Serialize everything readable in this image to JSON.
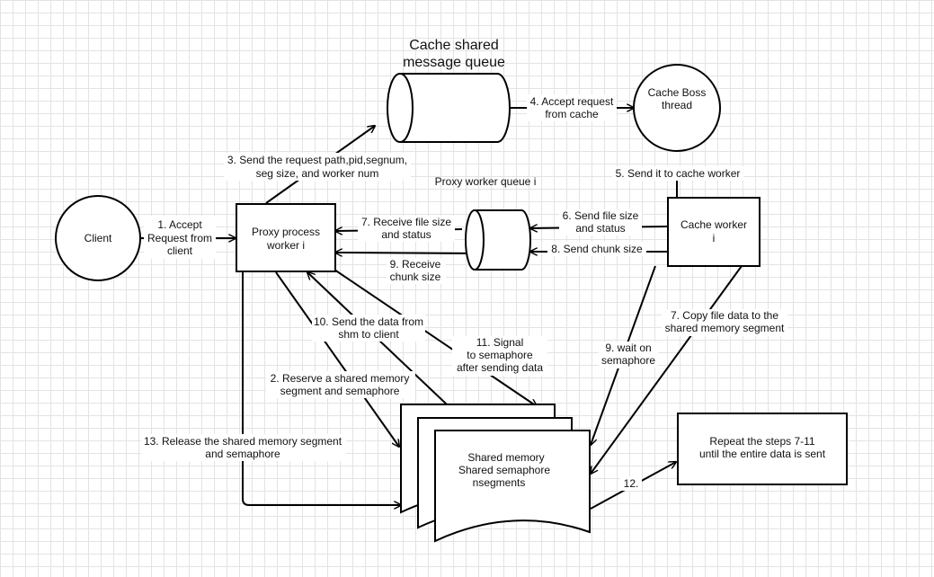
{
  "nodes": {
    "client": "Client",
    "proxy": [
      "Proxy process",
      "worker i"
    ],
    "cache_queue_title": [
      "Cache shared",
      "message queue"
    ],
    "cache_boss": [
      "Cache Boss",
      "thread"
    ],
    "cache_worker": [
      "Cache worker",
      "i"
    ],
    "proxy_queue_title": "Proxy worker queue i",
    "shared_memory": [
      "Shared memory",
      "Shared semaphore",
      "nsegments"
    ],
    "repeat_box": [
      "Repeat the steps 7-11",
      "until the entire data is sent"
    ]
  },
  "edges": {
    "e1": [
      "1. Accept",
      "Request from",
      "client"
    ],
    "e3": [
      "3. Send the request path,pid,segnum,",
      "seg size, and worker num"
    ],
    "e4": [
      "4. Accept request",
      "from cache"
    ],
    "e5": "5. Send it to cache worker",
    "e6": [
      "6. Send file size",
      "and status"
    ],
    "e7": [
      "7. Receive file size",
      "and status"
    ],
    "e8": "8. Send chunk size",
    "e9r": [
      "9. Receive",
      "chunk size"
    ],
    "e10": [
      "10. Send the data from",
      "shm to client"
    ],
    "e11": [
      "11. Signal",
      "to semaphore",
      "after sending data"
    ],
    "e7c": [
      "7. Copy file data to the",
      "shared memory segment"
    ],
    "e9w": [
      "9. wait on",
      "semaphore"
    ],
    "e2": [
      "2. Reserve a shared memory",
      "segment and semaphore"
    ],
    "e13": [
      "13. Release the shared memory segment",
      "and semaphore"
    ],
    "e12": "12."
  }
}
